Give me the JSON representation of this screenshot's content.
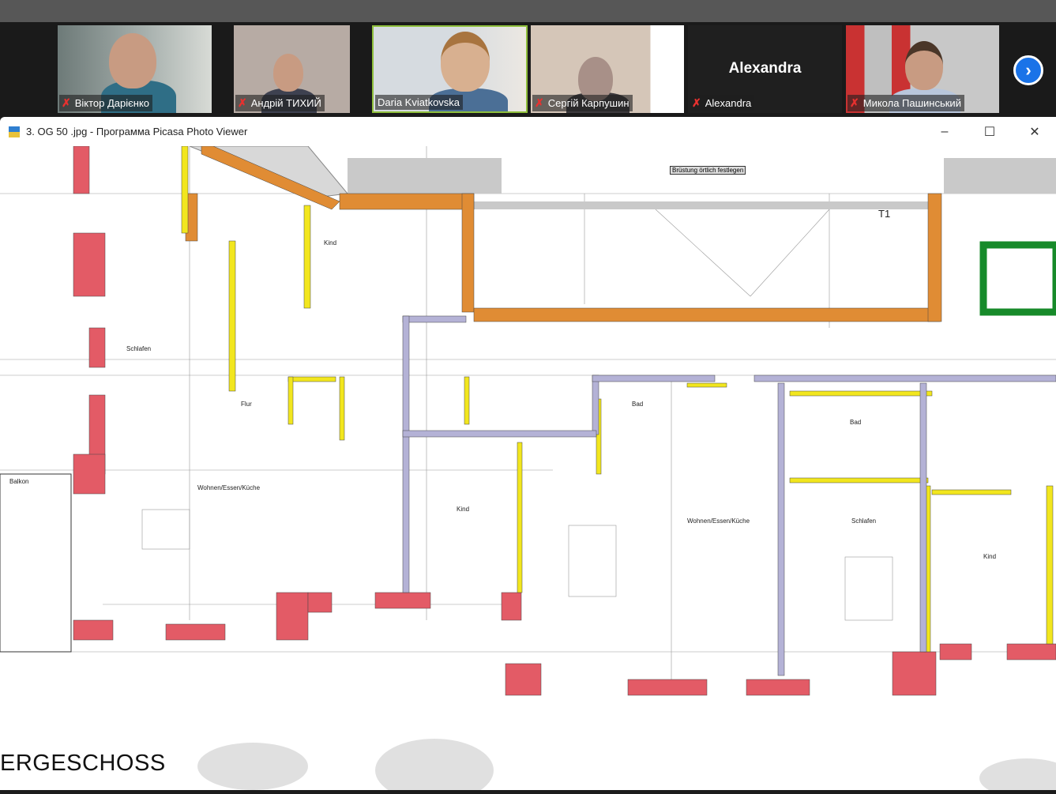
{
  "meeting": {
    "participants": [
      {
        "name": "Віктор Дарієнко",
        "muted": true,
        "video": true
      },
      {
        "name": "Андрій ТИХИЙ",
        "muted": true,
        "video": true
      },
      {
        "name": "Daria Kviatkovska",
        "muted": false,
        "video": true,
        "active_speaker": true
      },
      {
        "name": "Сергій Карпушин",
        "muted": true,
        "video": true
      },
      {
        "name": "Alexandra",
        "muted": true,
        "video": false,
        "display_name": "Alexandra"
      },
      {
        "name": "Микола Пашинський",
        "muted": true,
        "video": true
      }
    ],
    "next_page_icon": "chevron-right-icon",
    "mic_icon": "mic-muted-icon"
  },
  "viewer": {
    "title": "3. OG 50 .jpg - Программа Picasa Photo Viewer",
    "minimize": "–",
    "maximize": "☐",
    "close": "✕"
  },
  "plan": {
    "note_label": "Brüstung örtlich festlegen",
    "marker": "T1",
    "rooms": [
      "Kind",
      "Schlafen",
      "Flur",
      "Wohnen/Essen/Küche",
      "Kind",
      "Bad",
      "Wohnen/Essen/Küche",
      "Schlafen",
      "Kind",
      "Balkon",
      "Bad"
    ],
    "floor_label": "ERGESCHOSS"
  },
  "colors": {
    "wall_red": "#e35b66",
    "wall_orange": "#e08c34",
    "wall_yellow": "#f2e61e",
    "wall_lavender": "#b4b2d6",
    "shaft_green": "#178a2a",
    "accent_blue": "#1a73e8"
  }
}
